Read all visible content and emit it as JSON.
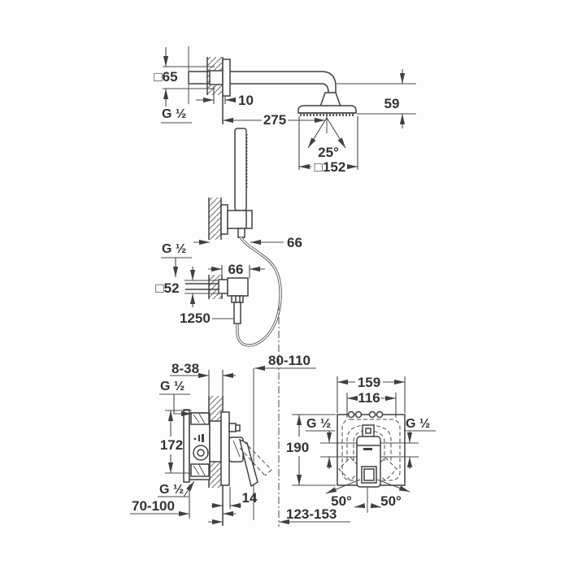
{
  "title": "concealed-shower-system-dimension-drawing",
  "colors": {
    "line": "#404040",
    "text": "#333333",
    "background": "#fdfdfd"
  },
  "figures": {
    "head_shower": {
      "labels": {
        "flange_square": "□65",
        "thread": "G ½",
        "projection": "10",
        "arm_length": "275",
        "head_height": "59",
        "spray_angle": "25°",
        "head_square": "□152"
      }
    },
    "hand_shower": {
      "labels": {
        "holder_projection": "66"
      }
    },
    "wall_union": {
      "labels": {
        "thread": "G ½",
        "projection": "66",
        "flange_square": "□52",
        "hose_length": "1250"
      }
    },
    "mixer_side": {
      "labels": {
        "wall_depth_range": "8-38",
        "body_depth_range": "80-110",
        "thread_top": "G ½",
        "port_spacing": "172",
        "thread_bottom": "G ½",
        "plate_offset": "14",
        "install_depth_range": "70-100",
        "handle_projection_range": "123-153"
      }
    },
    "mixer_front": {
      "labels": {
        "box_width": "159",
        "body_width": "116",
        "thread_left": "G ½",
        "thread_right": "G ½",
        "box_height": "190",
        "swing_left": "50°",
        "swing_right": "50°"
      }
    }
  }
}
